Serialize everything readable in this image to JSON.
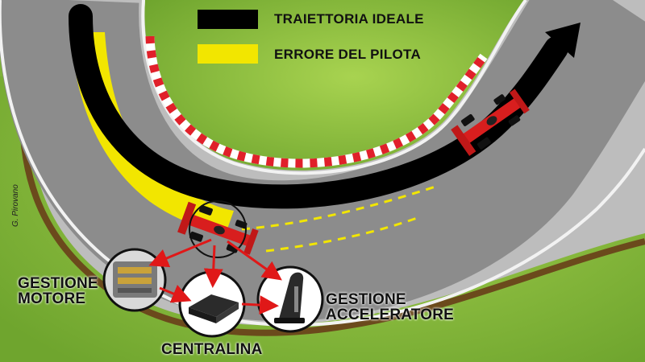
{
  "legend": {
    "ideal_line": {
      "label": "TRAIETTORIA IDEALE",
      "color": "#000000"
    },
    "driver_error": {
      "label": "ERRORE DEL PILOTA",
      "color": "#f2e600"
    }
  },
  "labels": {
    "engine_management_line1": "GESTIONE",
    "engine_management_line2": "MOTORE",
    "throttle_management_line1": "GESTIONE",
    "throttle_management_line2": "ACCELERATORE",
    "ecu": "CENTRALINA"
  },
  "credit": "G. Pirovano",
  "colors": {
    "grass": "#7fb23a",
    "grass_light": "#a6d14f",
    "asphalt": "#8f8f8f",
    "runoff": "#b9b9b9",
    "kerb_red": "#e0202a",
    "arrow_red": "#e01818",
    "car_red": "#d81e1e"
  }
}
